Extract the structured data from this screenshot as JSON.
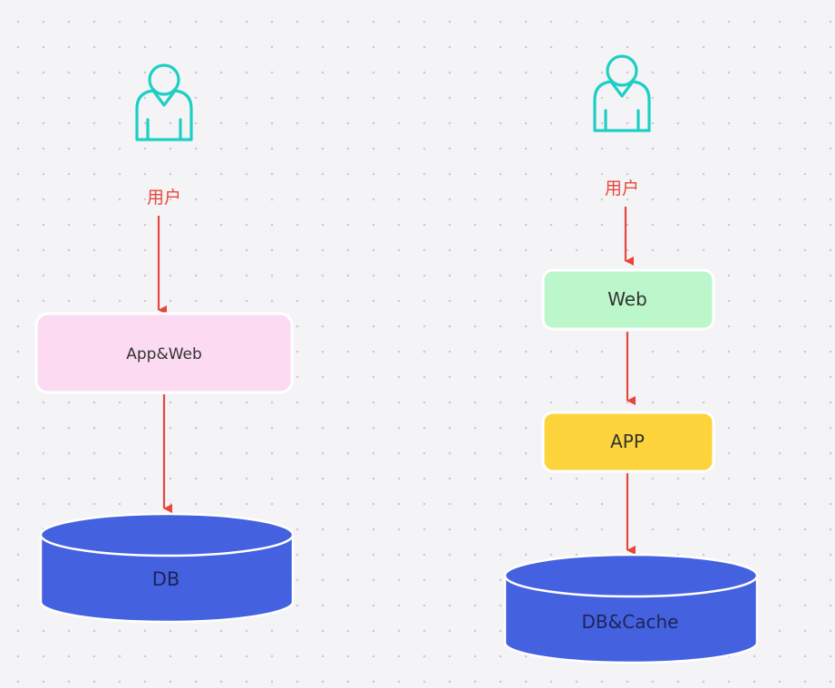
{
  "left_flow": {
    "user_label": "用户",
    "app_web_label": "App&Web",
    "db_label": "DB"
  },
  "right_flow": {
    "user_label": "用户",
    "web_label": "Web",
    "app_label": "APP",
    "db_cache_label": "DB&Cache"
  },
  "colors": {
    "user_icon": "#1ecfc4",
    "user_text": "#e8463a",
    "arrow": "#e8463a",
    "app_web_fill": "#fbdaf2",
    "web_fill": "#bcf7cc",
    "app_fill": "#fed43c",
    "db_fill": "#4462e0",
    "box_border": "#ffffff",
    "box_text": "#333333",
    "db_text": "#1e2456"
  }
}
